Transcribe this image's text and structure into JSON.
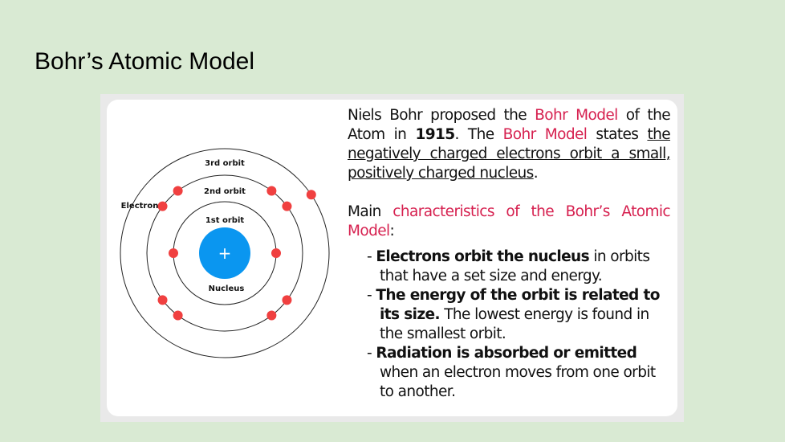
{
  "slide": {
    "title": "Bohr’s Atomic Model"
  },
  "diagram": {
    "labels": {
      "orbit3": "3rd orbit",
      "orbit2": "2nd orbit",
      "orbit1": "1st orbit",
      "electron": "Electron",
      "nucleus": "Nucleus",
      "plus": "+"
    },
    "colors": {
      "electron": "#f04040",
      "nucleus": "#0a96f0"
    }
  },
  "text": {
    "p1": {
      "a": "Niels Bohr proposed the ",
      "b": "Bohr Model",
      "c": " of the Atom in ",
      "d": "1915",
      "e": ". The ",
      "f": "Bohr Model",
      "g": " states ",
      "h": "the negatively charged electrons orbit a small, positively charged nucleus",
      "i": "."
    },
    "p2": {
      "a": "Main ",
      "b": "characteristics of the Bohr’s Atomic Model",
      "c": ":"
    },
    "bullets": [
      {
        "dash": "- ",
        "bold": "Electrons orbit the nucleus",
        "rest": " in orbits that have a set size and energy."
      },
      {
        "dash": "- ",
        "bold": "The energy of the orbit is related to its size.",
        "rest": " The lowest energy is found in the smallest orbit."
      },
      {
        "dash": "- ",
        "bold": "Radiation is absorbed or emitted",
        "rest": " when an electron moves from one orbit to another."
      }
    ]
  }
}
